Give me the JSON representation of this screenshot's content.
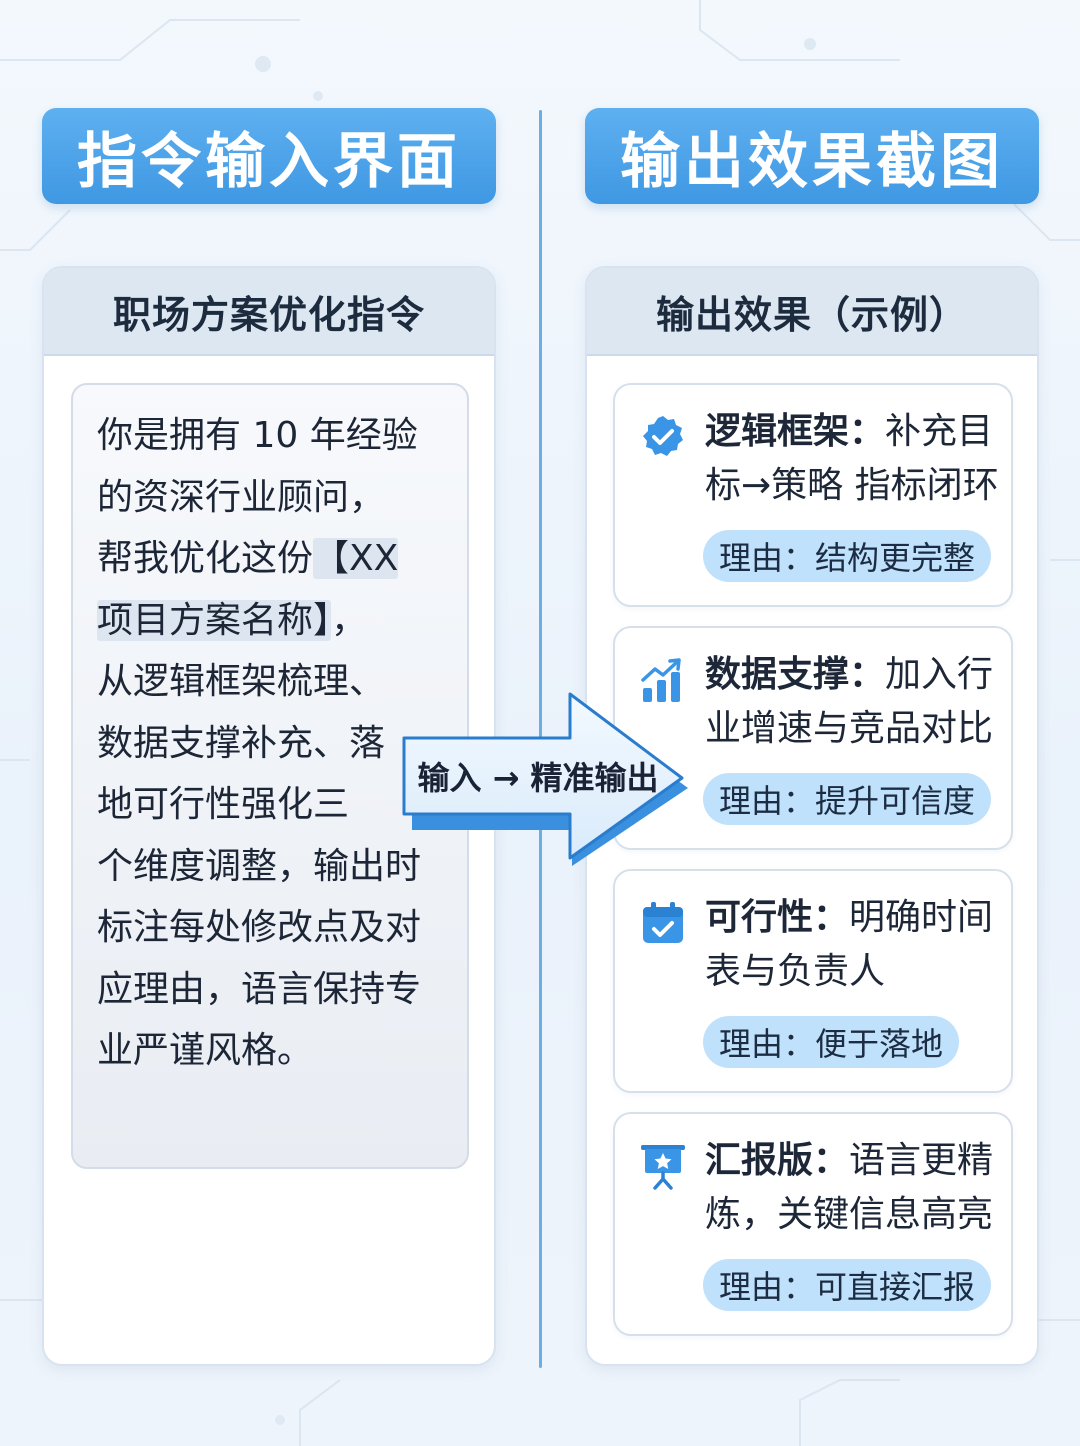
{
  "header": {
    "left_title": "指令输入界面",
    "right_title": "输出效果截图"
  },
  "left_panel": {
    "title": "职场方案优化指令",
    "prompt": {
      "part1": "你是拥有 10 年经验\n的资深行业顾问，\n帮我优化这份",
      "highlight1": "【XX",
      "highlight2": "项目方案名称】",
      "part2": "，\n从逻辑框架梳理、\n数据支撑补充、落\n地可行性强化三\n个维度调整，输出时\n标注每处修改点及对\n应理由，语言保持专\n业严谨风格。"
    }
  },
  "arrow": {
    "label": "输入 → 精准输出"
  },
  "right_panel": {
    "title": "输出效果（示例）",
    "items": [
      {
        "icon": "badge-check-icon",
        "label": "逻辑框架：",
        "text": "补充目标→策略 指标闭环",
        "reason": "理由：结构更完整"
      },
      {
        "icon": "bar-chart-up-icon",
        "label": "数据支撑：",
        "text": "加入行业增速与竞品对比",
        "reason": "理由：提升可信度"
      },
      {
        "icon": "calendar-check-icon",
        "label": "可行性：",
        "text": "明确时间表与负责人",
        "reason": "理由：便于落地"
      },
      {
        "icon": "presentation-star-icon",
        "label": "汇报版：",
        "text": "语言更精炼，关键信息高亮",
        "reason": "理由：可直接汇报"
      }
    ]
  },
  "colors": {
    "banner": "#3f98e3",
    "divider": "#6aaee4",
    "pill": "#bfe1fb",
    "icon": "#3b95e6"
  }
}
